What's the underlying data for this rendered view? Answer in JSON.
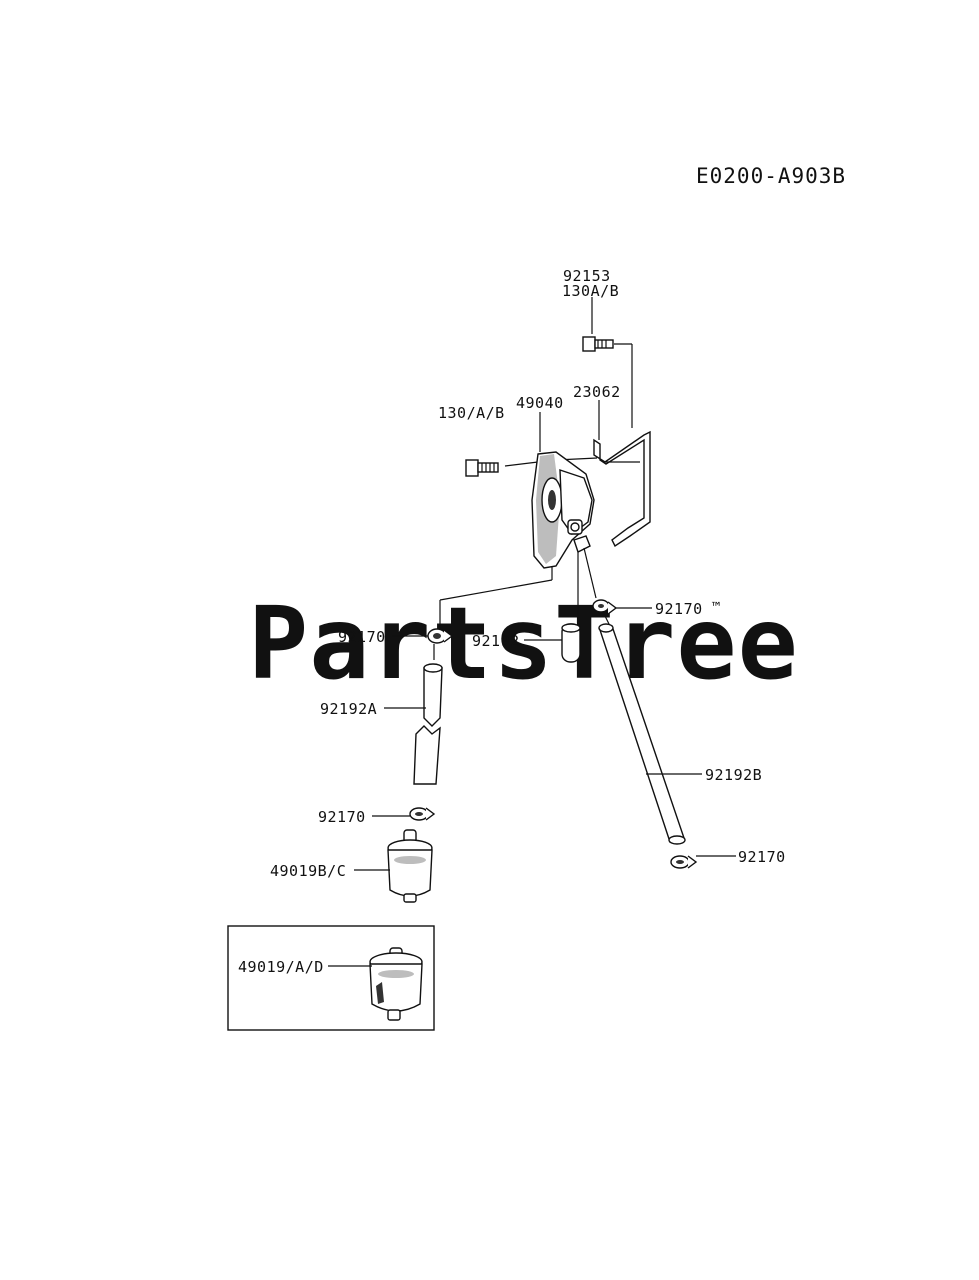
{
  "diagram": {
    "code": "E0200-A903B",
    "watermark": "PartsTree",
    "watermark_tm": "™",
    "labels": {
      "bolt_top_number": "92153",
      "bolt_top_sub": "130A/B",
      "bolt_left": "130/A/B",
      "pump": "49040",
      "bracket": "23062",
      "clamp_right_top": "92170",
      "clamp_left_top": "92170",
      "hose_short": "92192",
      "hose_a": "92192A",
      "clamp_left_bottom": "92170",
      "filter": "49019B/C",
      "hose_b": "92192B",
      "clamp_right_bottom": "92170",
      "filter_alt": "49019/A/D"
    }
  }
}
